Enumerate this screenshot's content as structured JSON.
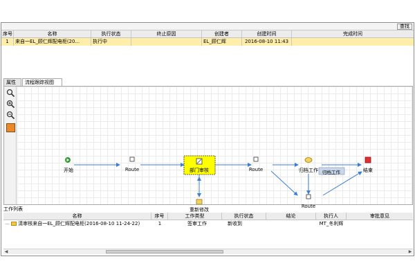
{
  "toolbar": {
    "query_label": "查找"
  },
  "instance_grid": {
    "columns": [
      "序号",
      "名称",
      "执行状态",
      "终止原因",
      "创建者",
      "创建时间",
      "完成时间"
    ],
    "rows": [
      [
        "1",
        "来自一EL_顾仁辉配电柜(20...",
        "执行中",
        "",
        "EL_顾仁辉",
        "2016-08-10 11:43",
        ""
      ]
    ]
  },
  "tabs": [
    "属性",
    "流程跟踪视图"
  ],
  "tools": [
    "search-icon",
    "zoom-in-icon",
    "zoom-out-icon",
    "color-box-icon"
  ],
  "flow": {
    "start": "开始",
    "route1": "Route",
    "dept_review": "部门审核",
    "route2": "Route",
    "archive": "归档工作",
    "archive_tooltip": "归档工作",
    "end": "结束",
    "route3": "Route",
    "resubmit": "重新修改"
  },
  "work_list": {
    "title": "工作列表",
    "columns": [
      "名称",
      "序号",
      "工作类型",
      "执行状态",
      "结论",
      "执行人",
      "审批意见"
    ],
    "rows": [
      [
        "清审核来自一EL_顾仁辉配电柜(2016-08-10 11-24-22)",
        "1",
        "签审工作",
        "新收到",
        "",
        "MT_冬利辉",
        ""
      ]
    ]
  },
  "colors": {
    "selected_row": "#ffeeaa",
    "active_node": "#ffff00",
    "arrow": "#3a7fd5",
    "start": "#2e9a2e",
    "end": "#e03030"
  }
}
